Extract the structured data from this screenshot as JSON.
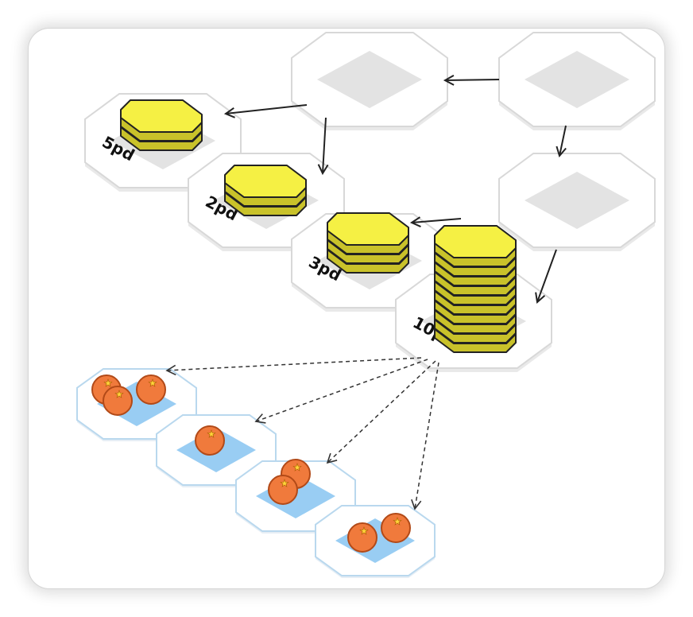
{
  "colors": {
    "node_fill": "#ffffff",
    "node_stroke": "#d8d8d8",
    "empty_marker": "#e3e3e3",
    "coin_fill": "#f5f044",
    "coin_edge": "#c9c22a",
    "orange_fill": "#f07a3c",
    "orange_edge": "#b24a18",
    "orange_star": "#ffd43a",
    "fruit_node_stroke": "#b9d8ee",
    "fruit_marker": "#99cdf3",
    "solid_arrow": "#222222",
    "dashed_arrow": "#333333"
  },
  "icons": {
    "coin": "gold-bar-icon",
    "fruit": "orange-icon"
  },
  "nodes": [
    {
      "id": "top-middle",
      "kind": "empty"
    },
    {
      "id": "top-right",
      "kind": "empty"
    },
    {
      "id": "right-middle",
      "kind": "empty"
    },
    {
      "id": "five",
      "kind": "coins",
      "label": "5pd",
      "stack": 2
    },
    {
      "id": "two",
      "kind": "coins",
      "label": "2pd",
      "stack": 2
    },
    {
      "id": "three",
      "kind": "coins",
      "label": "3pd",
      "stack": 3
    },
    {
      "id": "ten",
      "kind": "coins",
      "label": "10pd",
      "stack": 10
    }
  ],
  "fruit_nodes": [
    {
      "id": "fruit-1",
      "count": 3
    },
    {
      "id": "fruit-2",
      "count": 1
    },
    {
      "id": "fruit-3",
      "count": 2
    },
    {
      "id": "fruit-4",
      "count": 2
    }
  ],
  "edges": [
    {
      "from": "top-right",
      "to": "top-middle",
      "style": "solid"
    },
    {
      "from": "top-middle",
      "to": "five",
      "style": "solid"
    },
    {
      "from": "top-middle",
      "to": "two",
      "style": "solid"
    },
    {
      "from": "top-right",
      "to": "right-middle",
      "style": "solid"
    },
    {
      "from": "right-middle",
      "to": "ten",
      "style": "solid"
    },
    {
      "from": "ten",
      "to": "three",
      "style": "solid"
    },
    {
      "from": "ten",
      "to": "fruit-1",
      "style": "dashed"
    },
    {
      "from": "ten",
      "to": "fruit-2",
      "style": "dashed"
    },
    {
      "from": "ten",
      "to": "fruit-3",
      "style": "dashed"
    },
    {
      "from": "ten",
      "to": "fruit-4",
      "style": "dashed"
    }
  ]
}
